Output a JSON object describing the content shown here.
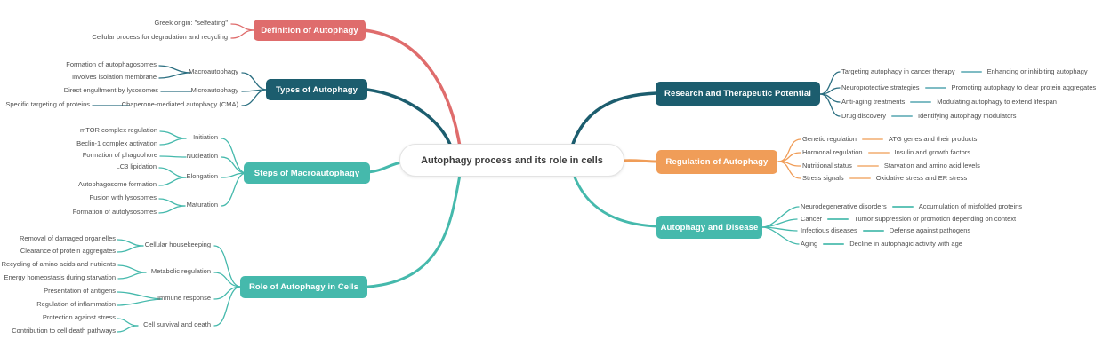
{
  "root": {
    "label": "Autophagy process and its role in cells"
  },
  "colors": {
    "red": "#df6c6c",
    "dark_teal": "#1c5d6e",
    "teal": "#45b9ac",
    "orange": "#f09d58",
    "label_gray": "#4e4e4e"
  },
  "left": [
    {
      "label": "Definition of Autophagy",
      "leaves": [
        "Greek origin: \"selfeating\"",
        "Cellular process for degradation and recycling"
      ]
    },
    {
      "label": "Types of Autophagy",
      "children": [
        {
          "label": "Macroautophagy",
          "leaves": [
            "Formation of autophagosomes",
            "Involves isolation membrane"
          ]
        },
        {
          "label": "Microautophagy",
          "leaves": [
            "Direct engulfment by lysosomes"
          ]
        },
        {
          "label": "Chaperone-mediated autophagy (CMA)",
          "leaves": [
            "Specific targeting of proteins"
          ]
        }
      ]
    },
    {
      "label": "Steps of Macroautophagy",
      "children": [
        {
          "label": "Initiation",
          "leaves": [
            "mTOR complex regulation",
            "Beclin-1 complex activation"
          ]
        },
        {
          "label": "Nucleation",
          "leaves": [
            "Formation of phagophore"
          ]
        },
        {
          "label": "Elongation",
          "leaves": [
            "LC3 lipidation",
            "Autophagosome formation"
          ]
        },
        {
          "label": "Maturation",
          "leaves": [
            "Fusion with lysosomes",
            "Formation of autolysosomes"
          ]
        }
      ]
    },
    {
      "label": "Role of Autophagy in Cells",
      "children": [
        {
          "label": "Cellular housekeeping",
          "leaves": [
            "Removal of damaged organelles",
            "Clearance of protein aggregates"
          ]
        },
        {
          "label": "Metabolic regulation",
          "leaves": [
            "Recycling of amino acids and nutrients",
            "Energy homeostasis during starvation"
          ]
        },
        {
          "label": "Immune response",
          "leaves": [
            "Presentation of antigens",
            "Regulation of inflammation"
          ]
        },
        {
          "label": "Cell survival and death",
          "leaves": [
            "Protection against stress",
            "Contribution to cell death pathways"
          ]
        }
      ]
    }
  ],
  "right": [
    {
      "label": "Research and Therapeutic Potential",
      "children": [
        {
          "label": "Targeting autophagy in cancer therapy",
          "detail": "Enhancing or inhibiting autophagy"
        },
        {
          "label": "Neuroprotective strategies",
          "detail": "Promoting autophagy to clear protein aggregates"
        },
        {
          "label": "Anti-aging treatments",
          "detail": "Modulating autophagy to extend lifespan"
        },
        {
          "label": "Drug discovery",
          "detail": "Identifying autophagy modulators"
        }
      ]
    },
    {
      "label": "Regulation of Autophagy",
      "children": [
        {
          "label": "Genetic regulation",
          "detail": "ATG genes and their products"
        },
        {
          "label": "Hormonal regulation",
          "detail": "Insulin and growth factors"
        },
        {
          "label": "Nutritional status",
          "detail": "Starvation and amino acid levels"
        },
        {
          "label": "Stress signals",
          "detail": "Oxidative stress and ER stress"
        }
      ]
    },
    {
      "label": "Autophagy and Disease",
      "children": [
        {
          "label": "Neurodegenerative disorders",
          "detail": "Accumulation of misfolded proteins"
        },
        {
          "label": "Cancer",
          "detail": "Tumor suppression or promotion depending on context"
        },
        {
          "label": "Infectious diseases",
          "detail": "Defense against pathogens"
        },
        {
          "label": "Aging",
          "detail": "Decline in autophagic activity with age"
        }
      ]
    }
  ]
}
